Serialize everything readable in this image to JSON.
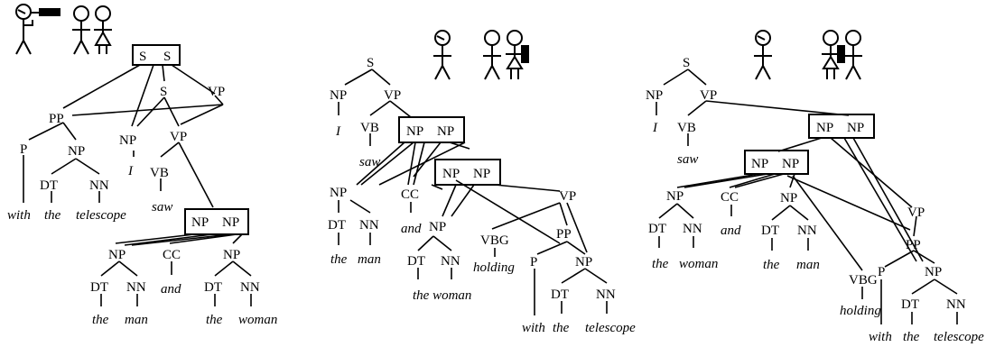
{
  "panels": [
    {
      "id": "panel-1",
      "icons": [
        "person-with-telescope-icon",
        "man-icon",
        "woman-icon"
      ],
      "labels": {
        "box_s1": "S",
        "box_s2": "S",
        "s": "S",
        "vp_top": "VP",
        "pp": "PP",
        "p": "P",
        "np_pp": "NP",
        "np_i": "NP",
        "vp": "VP",
        "dt1": "DT",
        "nn1": "NN",
        "vb": "VB",
        "box_np1": "NP",
        "box_np2": "NP",
        "np_man": "NP",
        "cc": "CC",
        "np_woman": "NP",
        "dt2": "DT",
        "nn2": "NN",
        "dt3": "DT",
        "nn3": "NN"
      },
      "words": {
        "with": "with",
        "the1": "the",
        "telescope": "telescope",
        "i": "I",
        "saw": "saw",
        "and": "and",
        "the2": "the",
        "man": "man",
        "the3": "the",
        "woman": "woman"
      }
    },
    {
      "id": "panel-2",
      "icons": [
        "person-icon",
        "man-icon",
        "woman-holding-telescope-icon"
      ],
      "labels": {
        "s": "S",
        "np_i": "NP",
        "vp": "VP",
        "vb": "VB",
        "box1_np1": "NP",
        "box1_np2": "NP",
        "box2_np1": "NP",
        "box2_np2": "NP",
        "np_man": "NP",
        "cc": "CC",
        "vp2": "VP",
        "dt1": "DT",
        "nn1": "NN",
        "np_woman": "NP",
        "vbg": "VBG",
        "pp": "PP",
        "dt2": "DT",
        "nn2": "NN",
        "p": "P",
        "np_tel": "NP",
        "dt3": "DT",
        "nn3": "NN"
      },
      "words": {
        "i": "I",
        "saw": "saw",
        "and": "and",
        "the1": "the",
        "man": "man",
        "the_woman": "the woman",
        "holding": "holding",
        "with": "with",
        "the2": "the",
        "telescope": "telescope"
      }
    },
    {
      "id": "panel-3",
      "icons": [
        "person-icon",
        "woman-icon",
        "man-holding-telescope-icon"
      ],
      "labels": {
        "s": "S",
        "np_i": "NP",
        "vp": "VP",
        "vb": "VB",
        "box1_np1": "NP",
        "box1_np2": "NP",
        "box2_np1": "NP",
        "box2_np2": "NP",
        "np_woman": "NP",
        "cc": "CC",
        "np_man": "NP",
        "dt1": "DT",
        "nn1": "NN",
        "dt2": "DT",
        "nn2": "NN",
        "vp2": "VP",
        "pp": "PP",
        "vbg": "VBG",
        "p": "P",
        "np_tel": "NP",
        "dt3": "DT",
        "nn3": "NN"
      },
      "words": {
        "i": "I",
        "saw": "saw",
        "the1": "the",
        "woman": "woman",
        "and": "and",
        "the2": "the",
        "man": "man",
        "holding": "holding",
        "with": "with",
        "the3": "the",
        "telescope": "telescope"
      }
    }
  ]
}
